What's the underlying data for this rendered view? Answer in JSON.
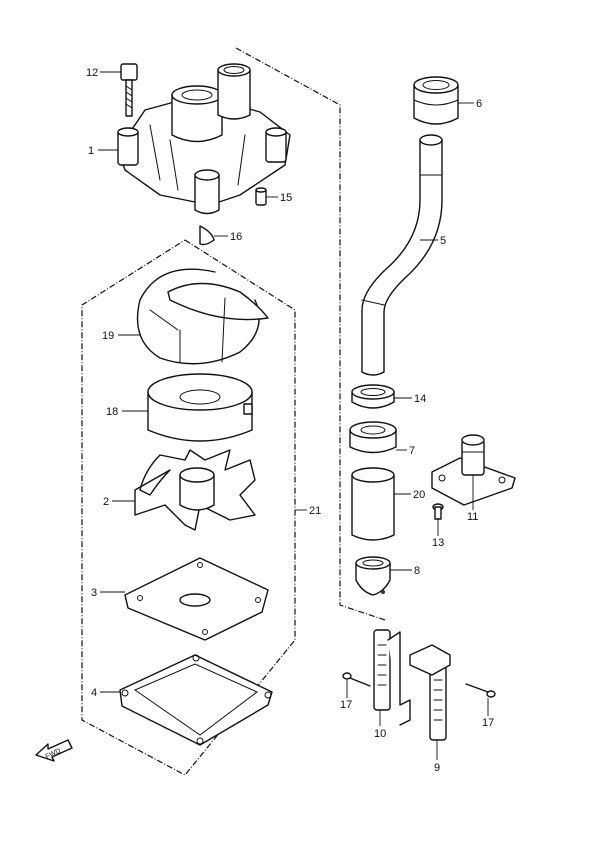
{
  "diagram": {
    "callouts": [
      "1",
      "2",
      "3",
      "4",
      "5",
      "6",
      "7",
      "8",
      "9",
      "10",
      "11",
      "12",
      "13",
      "14",
      "15",
      "16",
      "17",
      "17",
      "18",
      "19",
      "20",
      "21"
    ],
    "fwd_label": "FWD"
  }
}
